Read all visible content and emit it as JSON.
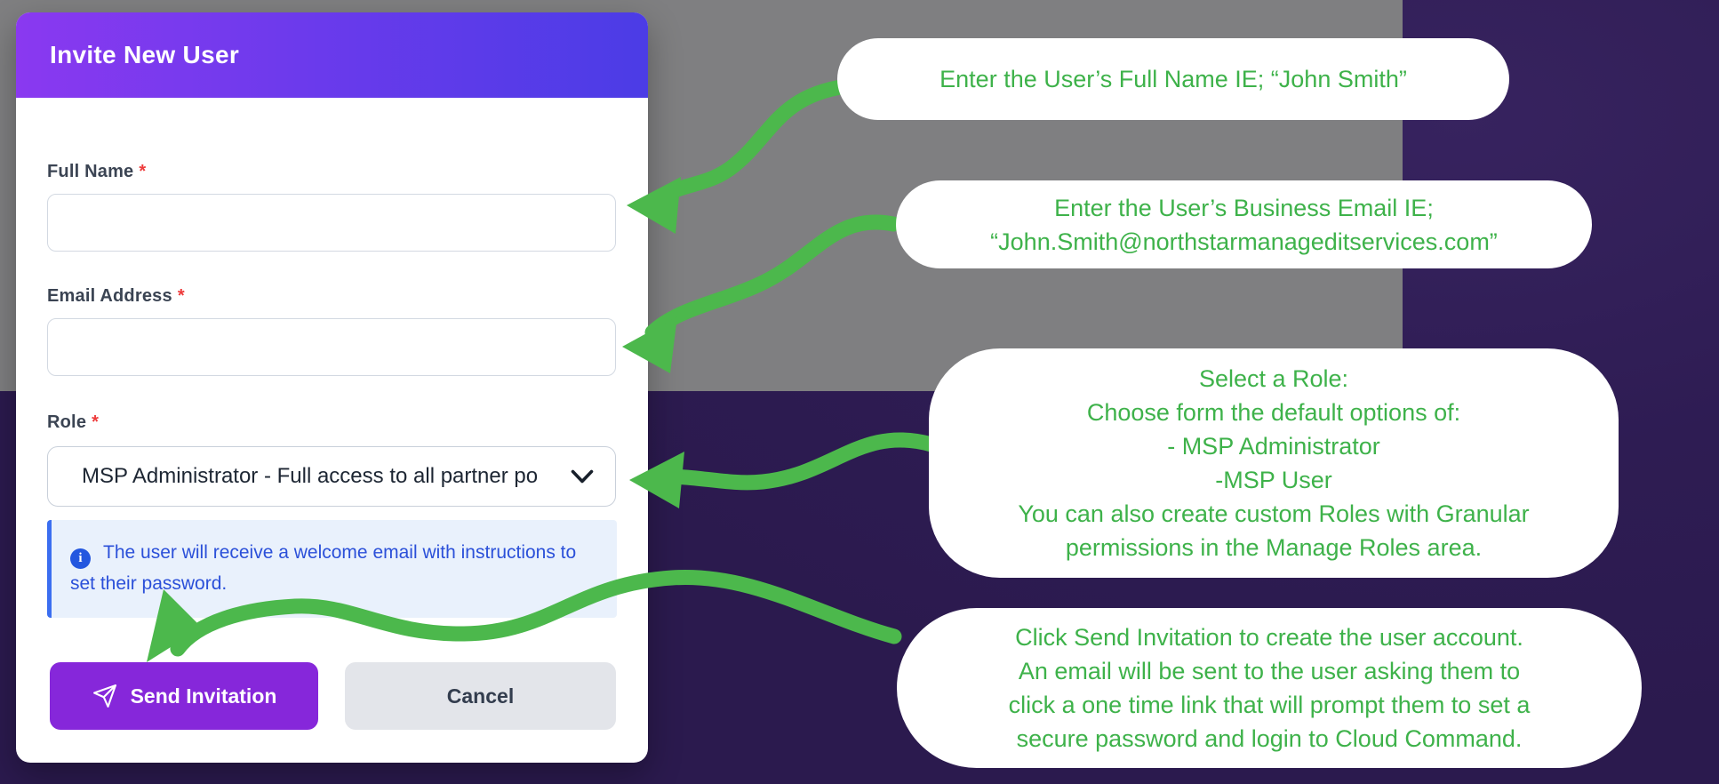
{
  "modal": {
    "title": "Invite New User",
    "fields": {
      "full_name": {
        "label": "Full Name",
        "required": "*",
        "value": ""
      },
      "email": {
        "label": "Email Address",
        "required": "*",
        "value": ""
      },
      "role": {
        "label": "Role",
        "required": "*",
        "value": "MSP Administrator - Full access to all partner po"
      }
    },
    "info_note": "The user will receive a welcome email with instructions to set their password.",
    "buttons": {
      "send": "Send Invitation",
      "cancel": "Cancel"
    }
  },
  "callouts": {
    "full_name": "Enter the User’s Full Name IE; “John Smith”",
    "email": "Enter the User’s Business Email IE;\n“John.Smith@northstarmanageditservices.com”",
    "role": "Select a Role:\nChoose form the default options of:\n- MSP Administrator\n-MSP User\nYou can also create custom Roles with Granular\npermissions in the Manage Roles area.",
    "send": "Click Send Invitation to create the user account.\nAn email will be sent to the user asking them to\nclick a one time link that will prompt them to set a\nsecure password and login to Cloud Command."
  },
  "icons": {
    "send_button": "paper-plane-icon",
    "info_note": "info-icon",
    "role_select": "chevron-down-icon",
    "info_glyph": "i"
  },
  "colors": {
    "annotation_arrow_green": "#4cb84c",
    "annotation_text_green": "#3eb24a",
    "header_gradient_start": "#8a39f0",
    "header_gradient_end": "#4b3ce6",
    "primary_button_purple": "#8627da",
    "cancel_button_gray": "#e3e5ea",
    "info_background": "#e9f1fc",
    "info_border_blue": "#3b6ef0",
    "info_text_blue": "#2b50d9",
    "backdrop_gray": "#7f7f81",
    "background_purple": "#2e1c53",
    "required_asterisk_red": "#ee3b3b"
  }
}
